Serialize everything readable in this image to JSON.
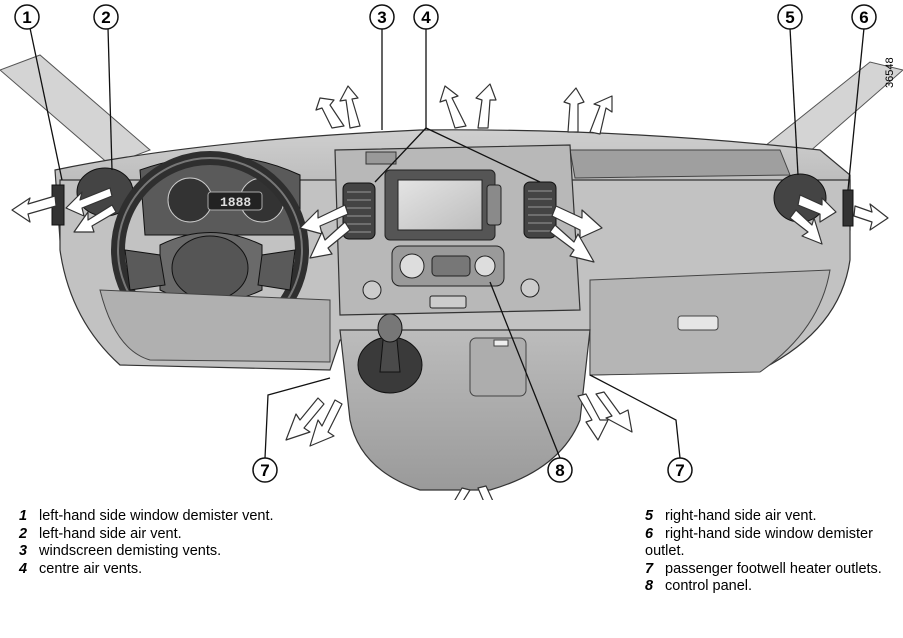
{
  "image_reference": "36548",
  "callouts": [
    "1",
    "2",
    "3",
    "4",
    "5",
    "6",
    "7",
    "7",
    "8"
  ],
  "legend_left": [
    {
      "num": "1",
      "text": "left-hand side window demister vent."
    },
    {
      "num": "2",
      "text": "left-hand side air vent."
    },
    {
      "num": "3",
      "text": "windscreen demisting vents."
    },
    {
      "num": "4",
      "text": "centre air vents."
    }
  ],
  "legend_right": [
    {
      "num": "5",
      "text": "right-hand side air vent."
    },
    {
      "num": "6",
      "text": "right-hand side window demister outlet."
    },
    {
      "num": "7",
      "text": "passenger footwell heater outlets."
    },
    {
      "num": "8",
      "text": "control panel."
    }
  ],
  "display_readout": "1888",
  "colors": {
    "dash_fill": "#bdbdbd",
    "dash_dark": "#7a7a7a",
    "outline": "#1a1a1a",
    "screen": "#cfcfcf",
    "arrow_fill": "#ffffff"
  }
}
